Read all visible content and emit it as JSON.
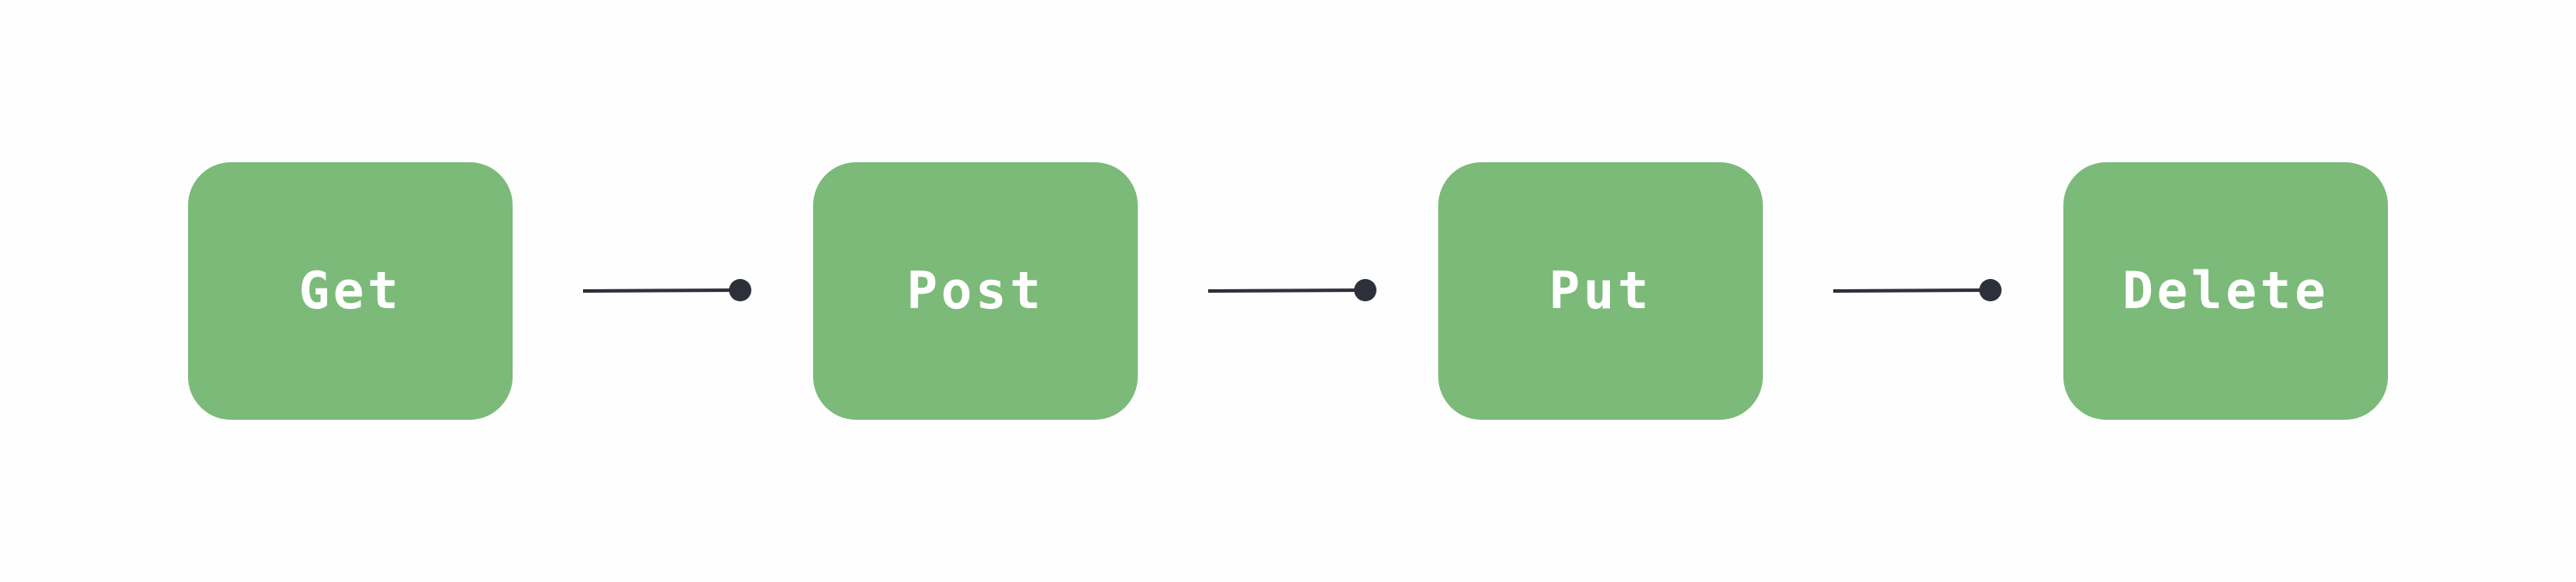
{
  "colors": {
    "background": "#fefefe",
    "node": "#7bba78",
    "node_text": "#ffffff",
    "connector": "#2d303a"
  },
  "nodes": [
    {
      "label": "Get"
    },
    {
      "label": "Post"
    },
    {
      "label": "Put"
    },
    {
      "label": "Delete"
    }
  ],
  "edges": [
    {
      "from": "Get",
      "to": "Post"
    },
    {
      "from": "Post",
      "to": "Put"
    },
    {
      "from": "Put",
      "to": "Delete"
    }
  ]
}
